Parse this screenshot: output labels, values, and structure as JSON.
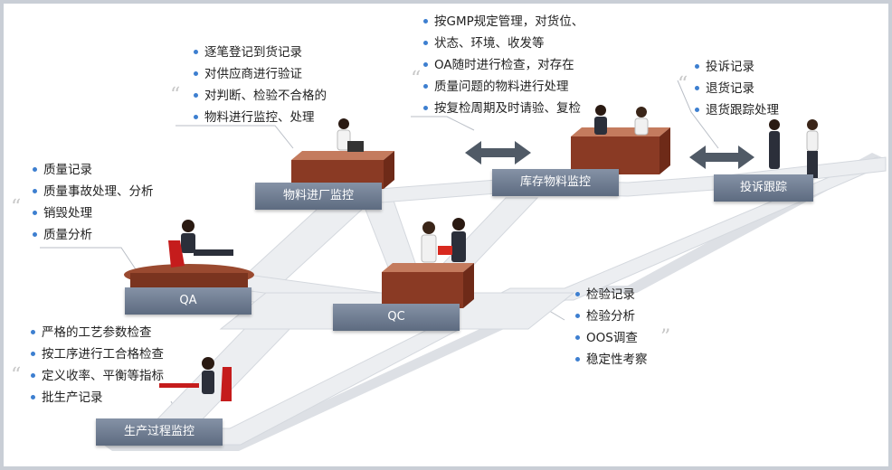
{
  "labels": {
    "qa": "QA",
    "qc": "QC",
    "production": "生产过程监控",
    "incoming": "物料进厂监控",
    "inventory": "库存物料监控",
    "complaint": "投诉跟踪"
  },
  "notes": {
    "qa": [
      "质量记录",
      "质量事故处理、分析",
      "销毁处理",
      "质量分析"
    ],
    "incoming": [
      "逐笔登记到货记录",
      "对供应商进行验证",
      "对判断、检验不合格的",
      "物料进行监控、处理"
    ],
    "inventory": [
      "按GMP规定管理，对货位、",
      "状态、环境、收发等",
      "OA随时进行检查，对存在",
      "质量问题的物料进行处理",
      "按复检周期及时请验、复检"
    ],
    "complaint": [
      "投诉记录",
      "退货记录",
      "退货跟踪处理"
    ],
    "production": [
      "严格的工艺参数检查",
      "按工序进行工合格检查",
      "定义收率、平衡等指标",
      "批生产记录"
    ],
    "qc": [
      "检验记录",
      "检验分析",
      "OOS调查",
      "稳定性考察"
    ]
  },
  "colors": {
    "path": "#e7e9ec",
    "label": "#6e7b90",
    "desk": "#8a3a24",
    "bullet": "#3d7fd0"
  },
  "icons": [
    "quote-icon",
    "double-arrow-icon",
    "person-icon",
    "desk-icon",
    "chair-icon"
  ]
}
